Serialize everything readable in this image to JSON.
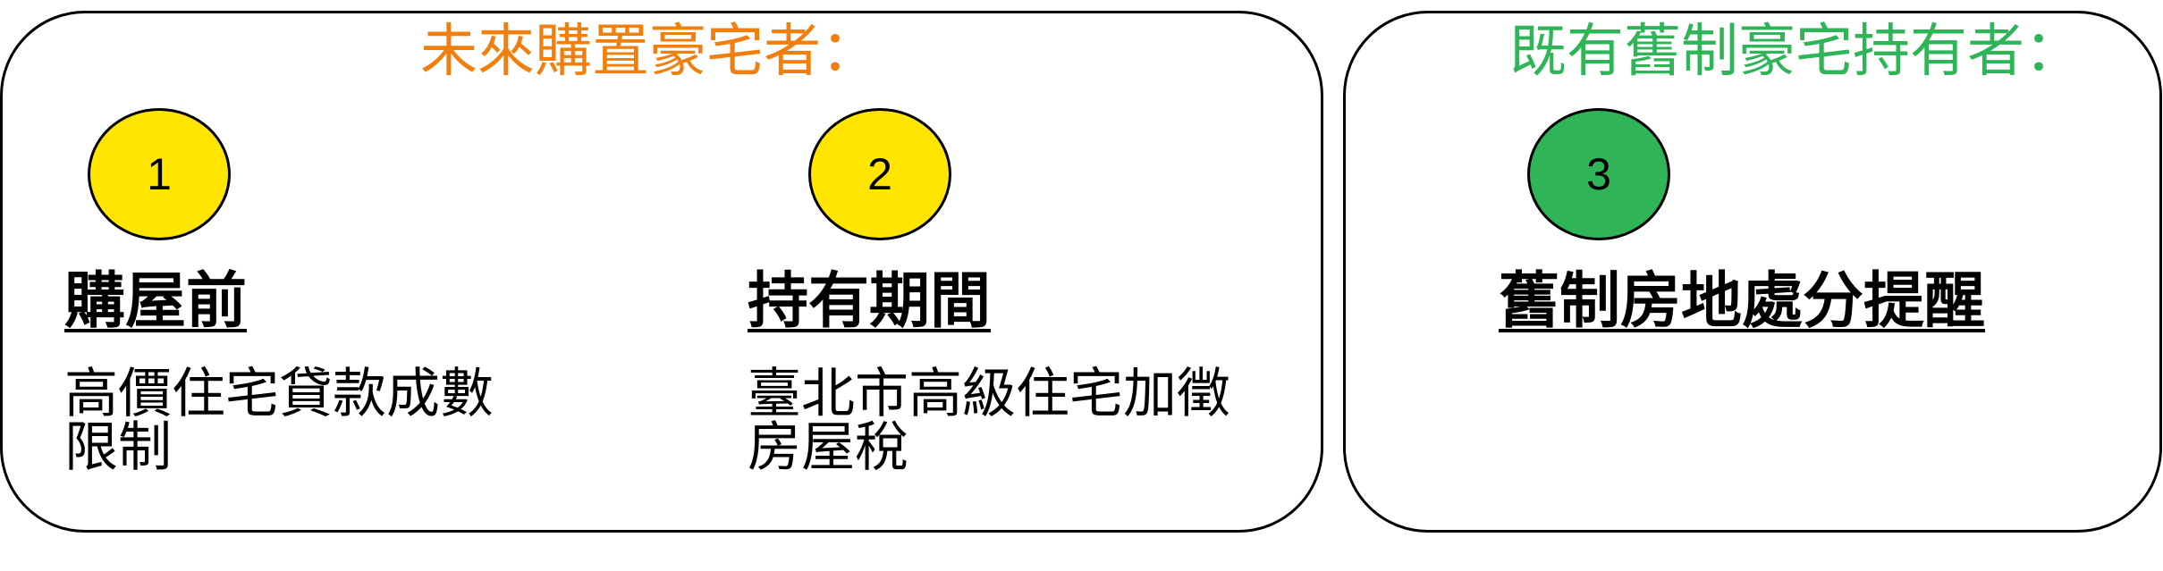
{
  "colors": {
    "future_buyers_title": "#F07F0E",
    "existing_holders_title": "#2FB457",
    "step_future": "#FFE500",
    "step_existing": "#2FB457",
    "outline": "#000000"
  },
  "groups": [
    {
      "title": "未來購置豪宅者：",
      "steps": [
        {
          "number": "1",
          "heading": "購屋前",
          "description": "高價住宅貸款成數限制"
        },
        {
          "number": "2",
          "heading": "持有期間",
          "description": "臺北市高級住宅加徵房屋稅"
        }
      ]
    },
    {
      "title": "既有舊制豪宅持有者：",
      "steps": [
        {
          "number": "3",
          "heading": "舊制房地處分提醒",
          "description": ""
        }
      ]
    }
  ]
}
